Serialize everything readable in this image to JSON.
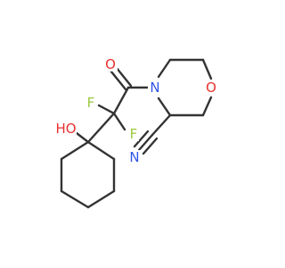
{
  "atoms": {
    "o_carbonyl": {
      "text": "O",
      "color": "#e8312d"
    },
    "n_ring": {
      "text": "N",
      "color": "#2f55e8"
    },
    "o_ring": {
      "text": "O",
      "color": "#e8312d"
    },
    "f_left": {
      "text": "F",
      "color": "#9bc93d"
    },
    "f_right": {
      "text": "F",
      "color": "#9bc93d"
    },
    "hydroxyl": {
      "text": "HO",
      "color": "#e8312d"
    },
    "n_nitrile": {
      "text": "N",
      "color": "#2f55e8"
    }
  },
  "bond_color": "#333333"
}
